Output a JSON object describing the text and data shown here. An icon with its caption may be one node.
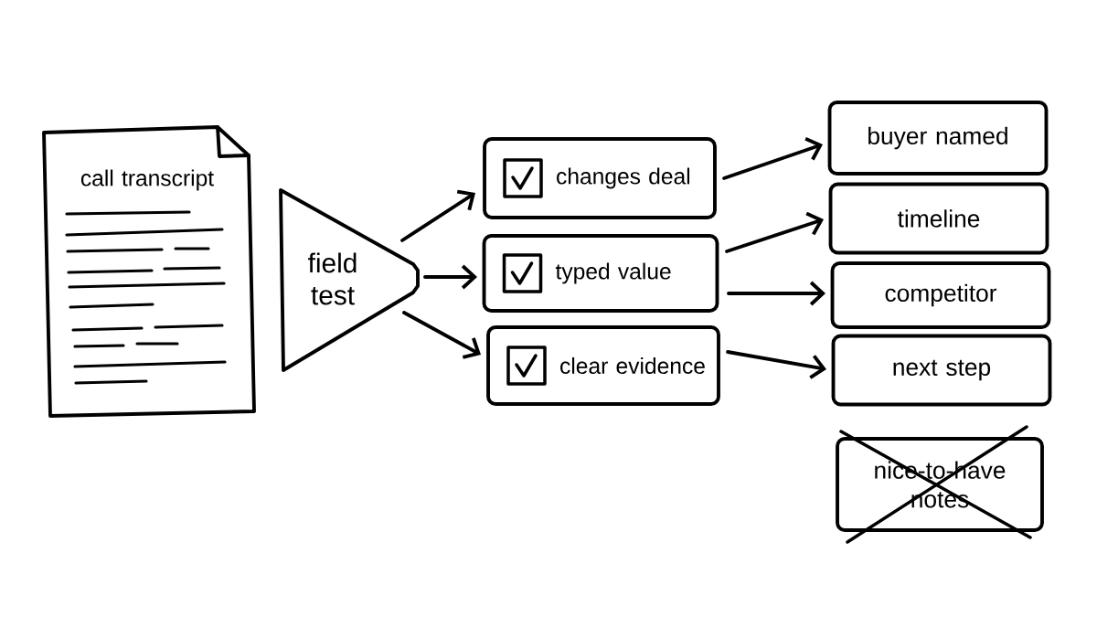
{
  "diagram": {
    "nodes": [
      {
        "text": [
          "call transcript"
        ]
      },
      {
        "text": [
          "field test"
        ]
      },
      {
        "text": [
          "changes deal"
        ]
      },
      {
        "text": [
          "typed value"
        ]
      },
      {
        "text": [
          "clear evidence"
        ]
      },
      {
        "text": [
          "buyer named"
        ]
      },
      {
        "text": [
          "timeline"
        ]
      },
      {
        "text": [
          "competitor"
        ]
      },
      {
        "text": [
          "next step"
        ]
      },
      {
        "text": [
          "nice-to-have notes"
        ]
      }
    ],
    "edges": [
      {
        "from": 1,
        "to": 2,
        "arrow": "to"
      },
      {
        "from": 1,
        "to": 3,
        "arrow": "to"
      },
      {
        "from": 1,
        "to": 4,
        "arrow": "to"
      },
      {
        "from": 2,
        "to": 5,
        "arrow": "to"
      },
      {
        "from": 3,
        "to": 6,
        "arrow": "to"
      },
      {
        "from": 3,
        "to": 7,
        "arrow": "to"
      },
      {
        "from": 4,
        "to": 8,
        "arrow": "to"
      }
    ]
  }
}
